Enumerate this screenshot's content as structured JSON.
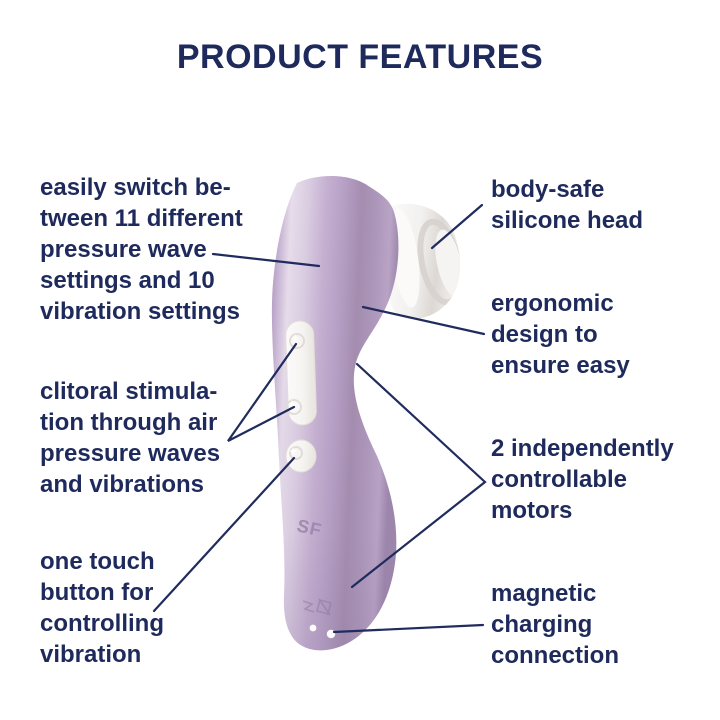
{
  "title": "PRODUCT FEATURES",
  "colors": {
    "text_navy": "#1f2a5c",
    "callout_line": "#202b5e",
    "device_lavender": "#c6b1d2",
    "device_highlight": "#e7ddeb",
    "device_shadow": "#a48daf",
    "head_white": "#f5f3f1",
    "button_white": "#fbfaf8",
    "background": "#ffffff"
  },
  "annotations": {
    "left": [
      {
        "id": "pressure-wave-settings",
        "text": "easily switch be-\ntween 11 different\npressure wave\nsettings and 10\nvibration settings"
      },
      {
        "id": "clitoral-stimulation",
        "text": "clitoral stimula-\ntion through air\npressure waves\nand vibrations"
      },
      {
        "id": "one-touch-button",
        "text": "one touch\nbutton for\ncontrolling\nvibration"
      }
    ],
    "right": [
      {
        "id": "body-safe-head",
        "text": "body-safe\nsilicone head"
      },
      {
        "id": "ergonomic-design",
        "text": "ergonomic\ndesign to\nensure easy"
      },
      {
        "id": "two-motors",
        "text": "2 independently\ncontrollable\nmotors"
      },
      {
        "id": "magnetic-charging",
        "text": "magnetic\ncharging\nconnection"
      }
    ]
  },
  "device": {
    "logo_text": "SF"
  }
}
